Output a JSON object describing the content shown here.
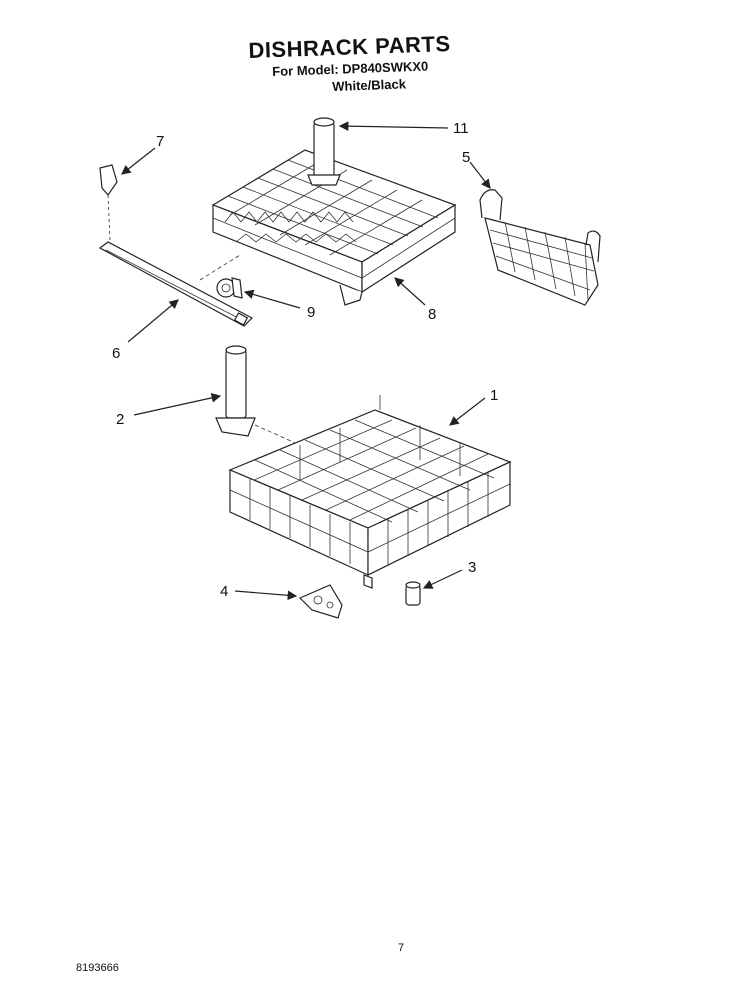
{
  "header": {
    "title": "DISHRACK PARTS",
    "model_line": "For Model: DP840SWKX0",
    "color_line": "White/Black"
  },
  "callouts": {
    "c1": "1",
    "c2": "2",
    "c3": "3",
    "c4": "4",
    "c5": "5",
    "c6": "6",
    "c7": "7",
    "c8": "8",
    "c9": "9",
    "c11": "11"
  },
  "footer": {
    "page_number": "7",
    "document_number": "8193666"
  }
}
